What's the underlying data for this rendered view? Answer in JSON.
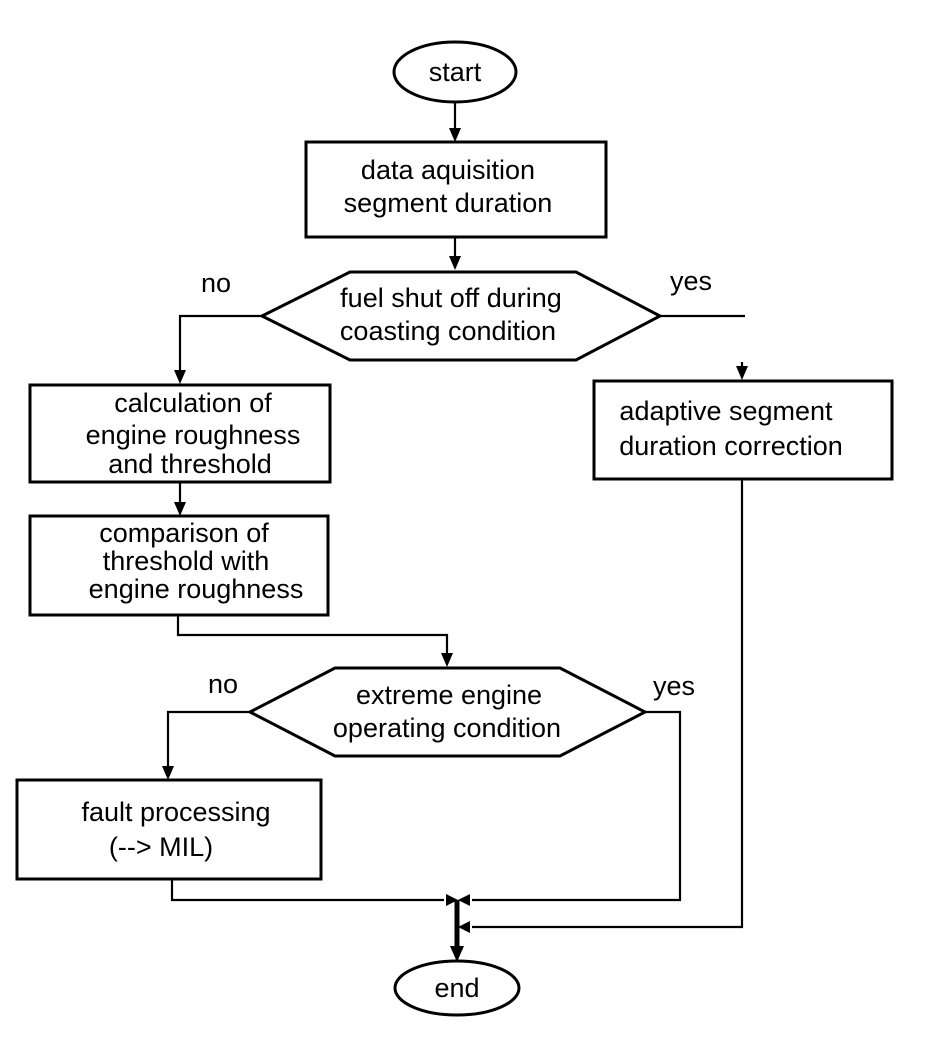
{
  "flowchart": {
    "start_label": "start",
    "end_label": "end",
    "acquisition": {
      "line1": "data aquisition",
      "line2": "segment duration"
    },
    "fuel_decision": {
      "line1": "fuel shut off during",
      "line2": "coasting condition",
      "no_label": "no",
      "yes_label": "yes"
    },
    "calculation": {
      "line1": "calculation of",
      "line2": "engine roughness",
      "line3": "and threshold"
    },
    "comparison": {
      "line1": "comparison of",
      "line2": "threshold with",
      "line3": "engine roughness"
    },
    "adaptive": {
      "line1": "adaptive segment",
      "line2": "duration correction"
    },
    "extreme_decision": {
      "line1": "extreme engine",
      "line2": "operating condition",
      "no_label": "no",
      "yes_label": "yes"
    },
    "fault": {
      "line1": "fault processing",
      "line2": "(--> MIL)"
    }
  }
}
